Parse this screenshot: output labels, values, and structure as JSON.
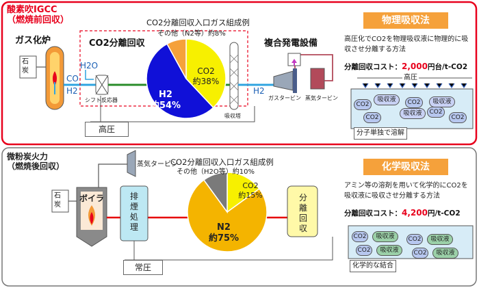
{
  "colors": {
    "accent_red": "#e8001c",
    "orange": "#f5a13b",
    "co2_yellow": "#f7f000",
    "h2_blue": "#1010d8",
    "n2_orange": "#f4b400",
    "other_gray": "#7a7a7a",
    "pipe_green": "#2a8c2a",
    "pipe_blue": "#2fa4e0",
    "pipe_red": "#e60000",
    "liquid_bg": "#d7ecf7"
  },
  "igcc": {
    "title_line1": "酸素吹IGCC",
    "title_line2": "（燃焼前回収）",
    "gasifier_label": "ガス化炉",
    "coal_label": "石炭",
    "co_label": "CO",
    "h2_label": "H2",
    "h2o_label": "H2O",
    "shift_reactor_label": "シフト反応器",
    "capture_title": "CO2分離回収",
    "composition_title": "CO2分離回収入口ガス組成例",
    "other_label": "その他（N2等）約8%",
    "absorber_label": "吸収塔",
    "h2_out_label": "H2",
    "combined_cycle_label": "複合発電設備",
    "gas_turbine_label": "ガスタービン",
    "steam_turbine_label": "蒸気タービン",
    "pressure_label": "高圧",
    "chart_labels": {
      "co2_name": "CO2",
      "co2_value": "約38%",
      "h2_name": "H2",
      "h2_value": "約54%"
    }
  },
  "physical": {
    "tag": "物理吸収法",
    "desc": "高圧化でCO2を物理吸収液に物理的に吸収させ分離する方法",
    "cost_label": "分離回収コスト：",
    "cost_value": "2,000",
    "cost_unit": "円台/t-CO2",
    "pressure": "高圧",
    "co2": "CO2",
    "absorbent": "吸収液",
    "note": "分子単独で溶解"
  },
  "pc": {
    "title_line1": "微粉炭火力",
    "title_line2": "（燃焼後回収）",
    "coal_label": "石炭",
    "boiler_label": "ボイラ",
    "steam_turbine_label": "蒸気タービン",
    "flue_gas_label": "排煙処理",
    "composition_title": "CO2分離回収入口ガス組成例",
    "other_label": "その他（H2O等）約10%",
    "capture_label": "分離回収",
    "pressure_label": "常圧",
    "chart_labels": {
      "co2_name": "CO2",
      "co2_value": "約15%",
      "n2_name": "N2",
      "n2_value": "約75%"
    }
  },
  "chemical": {
    "tag": "化学吸収法",
    "desc": "アミン等の溶剤を用いて化学的にCO2を吸収液に吸収させ分離する方法",
    "cost_label": "分離回収コスト：",
    "cost_value": "4,200",
    "cost_unit": "円/t-CO2",
    "co2": "CO2",
    "absorbent": "吸収液",
    "note": "化学的な結合"
  },
  "chart_data": [
    {
      "type": "pie",
      "title": "CO2分離回収入口ガス組成例",
      "categories": [
        "CO2",
        "H2",
        "その他（N2等）"
      ],
      "values": [
        38,
        54,
        8
      ],
      "colors": [
        "#f7f000",
        "#1010d8",
        "#f5a13b"
      ]
    },
    {
      "type": "pie",
      "title": "CO2分離回収入口ガス組成例",
      "categories": [
        "CO2",
        "N2",
        "その他（H2O等）"
      ],
      "values": [
        15,
        75,
        10
      ],
      "colors": [
        "#f7f000",
        "#f4b400",
        "#7a7a7a"
      ]
    }
  ]
}
